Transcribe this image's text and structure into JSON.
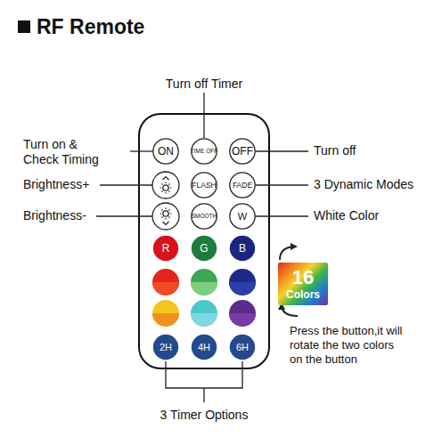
{
  "diagram": {
    "title": "RF Remote",
    "nodes": [
      {
        "text": [
          "ON"
        ]
      },
      {
        "text": [
          "TIME OFF"
        ]
      },
      {
        "text": [
          "OFF"
        ]
      },
      {
        "text": [
          "FLASH"
        ]
      },
      {
        "text": [
          "FADE"
        ]
      },
      {
        "text": [
          "SMOOTH"
        ]
      },
      {
        "text": [
          "W"
        ]
      },
      {
        "text": [
          "R"
        ]
      },
      {
        "text": [
          "G"
        ]
      },
      {
        "text": [
          "B"
        ]
      },
      {
        "text": [
          "2H"
        ]
      },
      {
        "text": [
          "4H"
        ]
      },
      {
        "text": [
          "6H"
        ]
      },
      {
        "text": [
          "16",
          "Colors"
        ]
      }
    ],
    "labels": [
      "Turn off Timer",
      "Turn on & Check Timing",
      "Turn off",
      "Brightness+",
      "3 Dynamic Modes",
      "Brightness-",
      "White Color",
      "Press the button,it will rotate the two colors on the button",
      "3 Timer Options"
    ]
  }
}
